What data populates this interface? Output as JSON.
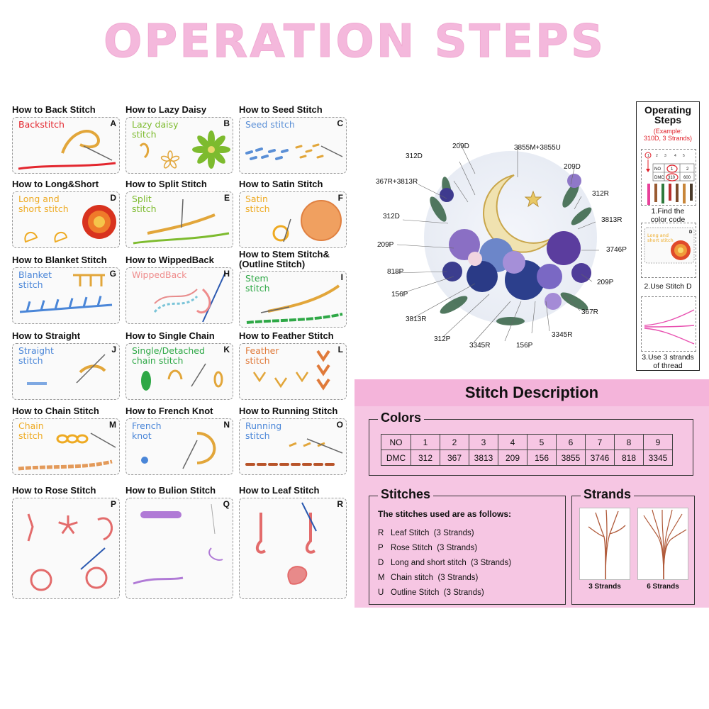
{
  "title": "OPERATION STEPS",
  "stitches_grid": [
    {
      "title": "How to Back Stitch",
      "label": "Backstitch",
      "letter": "A",
      "color": "#e3262e"
    },
    {
      "title": "How to Lazy Daisy",
      "label": "Lazy daisy\nstitch",
      "letter": "B",
      "color": "#7dbb2e"
    },
    {
      "title": "How to Seed Stitch",
      "label": "Seed stitch",
      "letter": "C",
      "color": "#5a8fd6"
    },
    {
      "title": "How to Long&Short",
      "label": "Long and\nshort stitch",
      "letter": "D",
      "color": "#eeaa22"
    },
    {
      "title": "How to Split Stitch",
      "label": "Split\nstitch",
      "letter": "E",
      "color": "#7dbb2e"
    },
    {
      "title": "How to Satin Stitch",
      "label": "Satin\nstitch",
      "letter": "F",
      "color": "#eeaa22"
    },
    {
      "title": "How to Blanket Stitch",
      "label": "Blanket\nstitch",
      "letter": "G",
      "color": "#4a86d8"
    },
    {
      "title": "How to WippedBack",
      "label": "WippedBack",
      "letter": "H",
      "color": "#ef8c8c"
    },
    {
      "title": "How to Stem Stitch&\n(Outline Stitch)",
      "label": "Stem\nstitch",
      "letter": "I",
      "color": "#2ea846"
    },
    {
      "title": "How to Straight",
      "label": "Straight\nstitch",
      "letter": "J",
      "color": "#4a86d8"
    },
    {
      "title": "How to Single Chain",
      "label": "Single/Detached\nchain stitch",
      "letter": "K",
      "color": "#2ea846"
    },
    {
      "title": "How to Feather Stitch",
      "label": "Feather\nstitch",
      "letter": "L",
      "color": "#e07a3a"
    },
    {
      "title": "How to Chain Stitch",
      "label": "Chain\nstitch",
      "letter": "M",
      "color": "#eeaa22"
    },
    {
      "title": "How to French Knot",
      "label": "French\nknot",
      "letter": "N",
      "color": "#4a86d8"
    },
    {
      "title": "How to Running Stitch",
      "label": "Running\nstitch",
      "letter": "O",
      "color": "#4a86d8"
    },
    {
      "title": "How to Rose Stitch",
      "label": "",
      "letter": "P",
      "color": "#e36b6b"
    },
    {
      "title": "How to Bulion Stitch",
      "label": "",
      "letter": "Q",
      "color": "#b07ad6"
    },
    {
      "title": "How to Leaf Stitch",
      "label": "",
      "letter": "R",
      "color": "#e36b6b"
    }
  ],
  "design_callouts": [
    "209D",
    "3855M+3855U",
    "312D",
    "209D",
    "367R+3813R",
    "312R",
    "3813R",
    "312D",
    "3746P",
    "209P",
    "818P",
    "209P",
    "156P",
    "367R",
    "3813R",
    "3345R",
    "312P",
    "3345R",
    "156P"
  ],
  "operating_steps": {
    "title": "Operating\nSteps",
    "example": "(Example:\n310D, 3 Strands)",
    "step1": "1.Find the\ncolor code",
    "step2": "2.Use Stitch D",
    "step3": "3.Use 3 strands\nof thread",
    "mini_table": {
      "no": "NO",
      "dmc": "DMC",
      "n1": "1",
      "n2": "2",
      "c1": "310",
      "c2": "600"
    },
    "mini_label": "Long and\nshort stitch",
    "mini_letter": "D"
  },
  "description": {
    "title": "Stitch Description",
    "colors_label": "Colors",
    "colors_table": {
      "row1_label": "NO",
      "row2_label": "DMC",
      "numbers": [
        "1",
        "2",
        "3",
        "4",
        "5",
        "6",
        "7",
        "8",
        "9"
      ],
      "dmc": [
        "312",
        "367",
        "3813",
        "209",
        "156",
        "3855",
        "3746",
        "818",
        "3345"
      ]
    },
    "stitches_label": "Stitches",
    "stitches_lead": "The stitches used are as follows:",
    "stitches_list": [
      {
        "code": "R",
        "text": "Leaf Stitch  (3 Strands)"
      },
      {
        "code": "P",
        "text": "Rose Stitch  (3 Strands)"
      },
      {
        "code": "D",
        "text": "Long and short stitch  (3 Strands)"
      },
      {
        "code": "M",
        "text": "Chain stitch  (3 Strands)"
      },
      {
        "code": "U",
        "text": "Outline Stitch  (3 Strands)"
      }
    ],
    "strands_label": "Strands",
    "strand_captions": [
      "3 Strands",
      "6 Strands"
    ]
  }
}
